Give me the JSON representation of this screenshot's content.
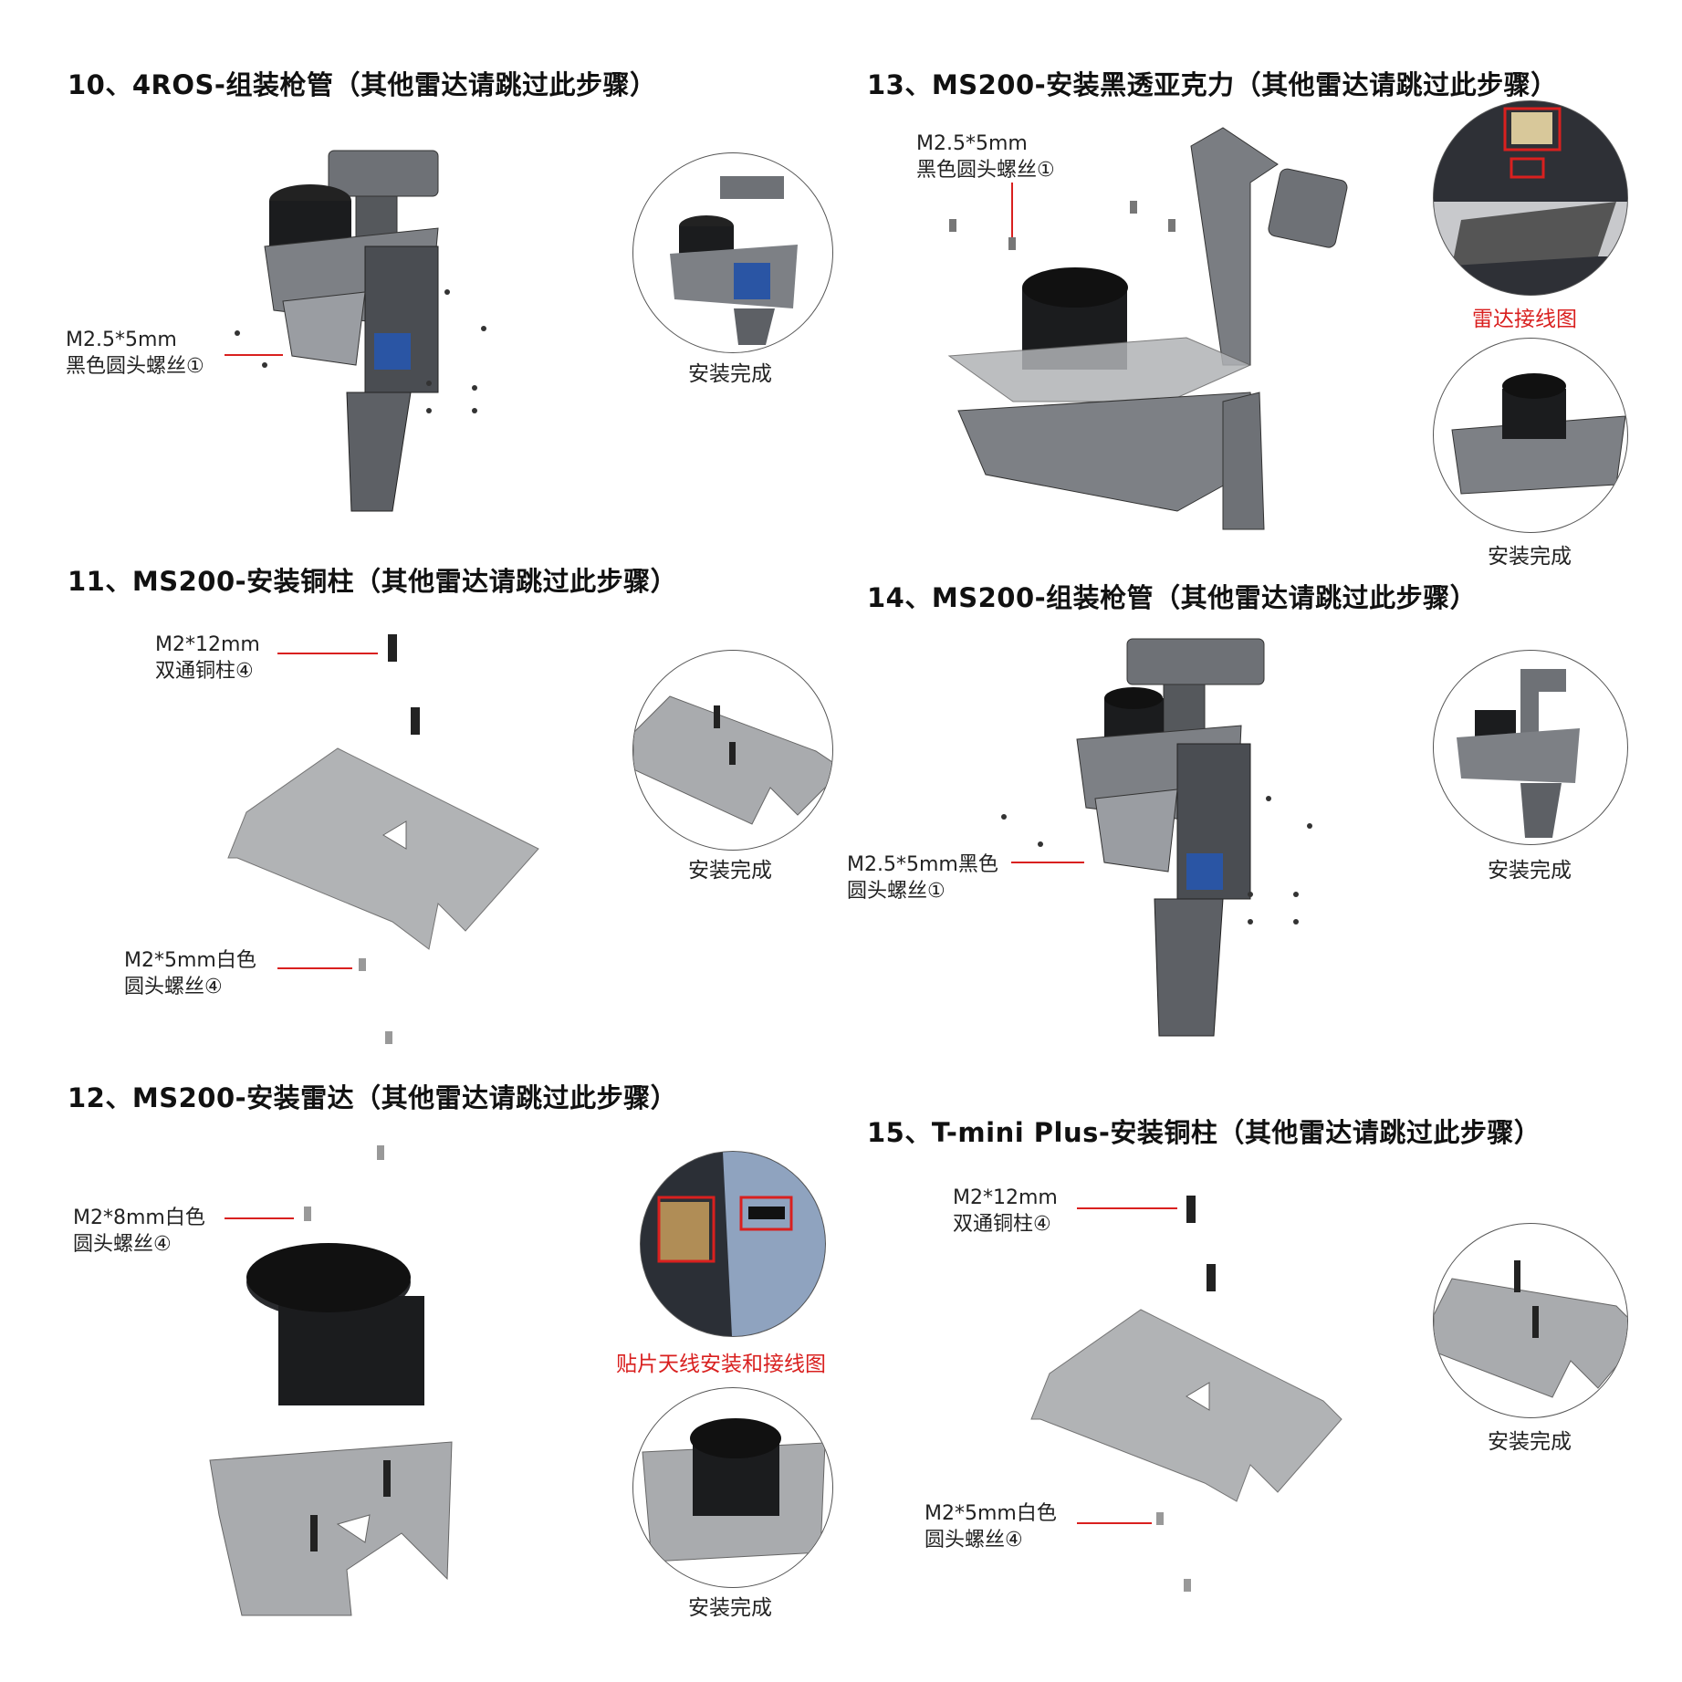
{
  "steps": {
    "s10": {
      "title": "10、4ROS-组装枪管（其他雷达请跳过此步骤）",
      "label_l1": "M2.5*5mm",
      "label_l2": "黑色圆头螺丝①",
      "done": "安装完成"
    },
    "s11": {
      "title": "11、MS200-安装铜柱（其他雷达请跳过此步骤）",
      "label_a_l1": "M2*12mm",
      "label_a_l2": "双通铜柱④",
      "label_b_l1": "M2*5mm白色",
      "label_b_l2": "圆头螺丝④",
      "done": "安装完成"
    },
    "s12": {
      "title": "12、MS200-安装雷达（其他雷达请跳过此步骤）",
      "label_l1": "M2*8mm白色",
      "label_l2": "圆头螺丝④",
      "photo_caption": "贴片天线安装和接线图",
      "done": "安装完成"
    },
    "s13": {
      "title": "13、MS200-安装黑透亚克力（其他雷达请跳过此步骤）",
      "label_l1": "M2.5*5mm",
      "label_l2": "黑色圆头螺丝①",
      "photo_caption": "雷达接线图",
      "done": "安装完成"
    },
    "s14": {
      "title": "14、MS200-组装枪管（其他雷达请跳过此步骤）",
      "label_l1": "M2.5*5mm黑色",
      "label_l2": "圆头螺丝①",
      "done": "安装完成"
    },
    "s15": {
      "title": "15、T-mini Plus-安装铜柱（其他雷达请跳过此步骤）",
      "label_a_l1": "M2*12mm",
      "label_a_l2": "双通铜柱④",
      "label_b_l1": "M2*5mm白色",
      "label_b_l2": "圆头螺丝④",
      "done": "安装完成"
    }
  },
  "colors": {
    "accent_red": "#d9201f",
    "part_gray": "#8a8d92",
    "lidar_black": "#1b1c1e"
  }
}
